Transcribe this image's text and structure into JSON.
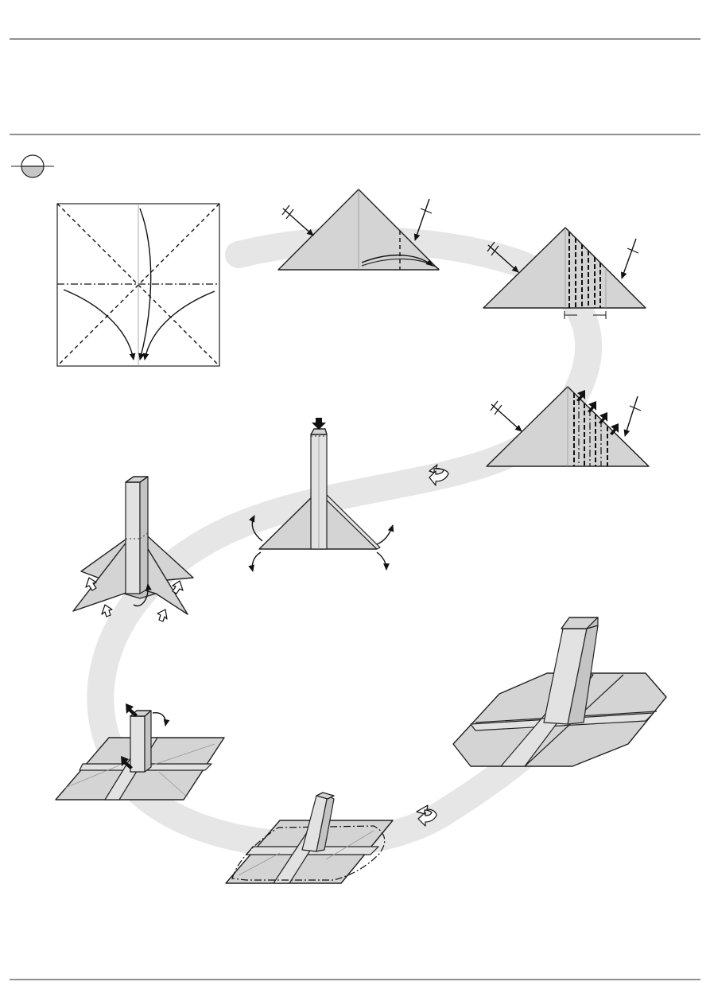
{
  "diagram": {
    "colors": {
      "paper": "#d4d4d4",
      "paper_light": "#e2e2e2",
      "paper_dark": "#c4c4c4",
      "path_band": "#e6e6e6",
      "line": "#222222"
    },
    "steps": [
      {
        "id": "step-1",
        "icon": "crease-pattern-square"
      },
      {
        "id": "step-2",
        "icon": "triangle-collapse"
      },
      {
        "id": "step-3",
        "icon": "triangle-pleat-valley-folds"
      },
      {
        "id": "step-4",
        "icon": "triangle-pleat-mountain-folds"
      },
      {
        "id": "step-5",
        "icon": "pleated-column-on-triangle"
      },
      {
        "id": "step-6",
        "icon": "column-spread-flaps"
      },
      {
        "id": "step-7",
        "icon": "column-on-square-base"
      },
      {
        "id": "step-8",
        "icon": "base-rounding-folds"
      },
      {
        "id": "step-9",
        "icon": "finished-column-model"
      }
    ]
  }
}
